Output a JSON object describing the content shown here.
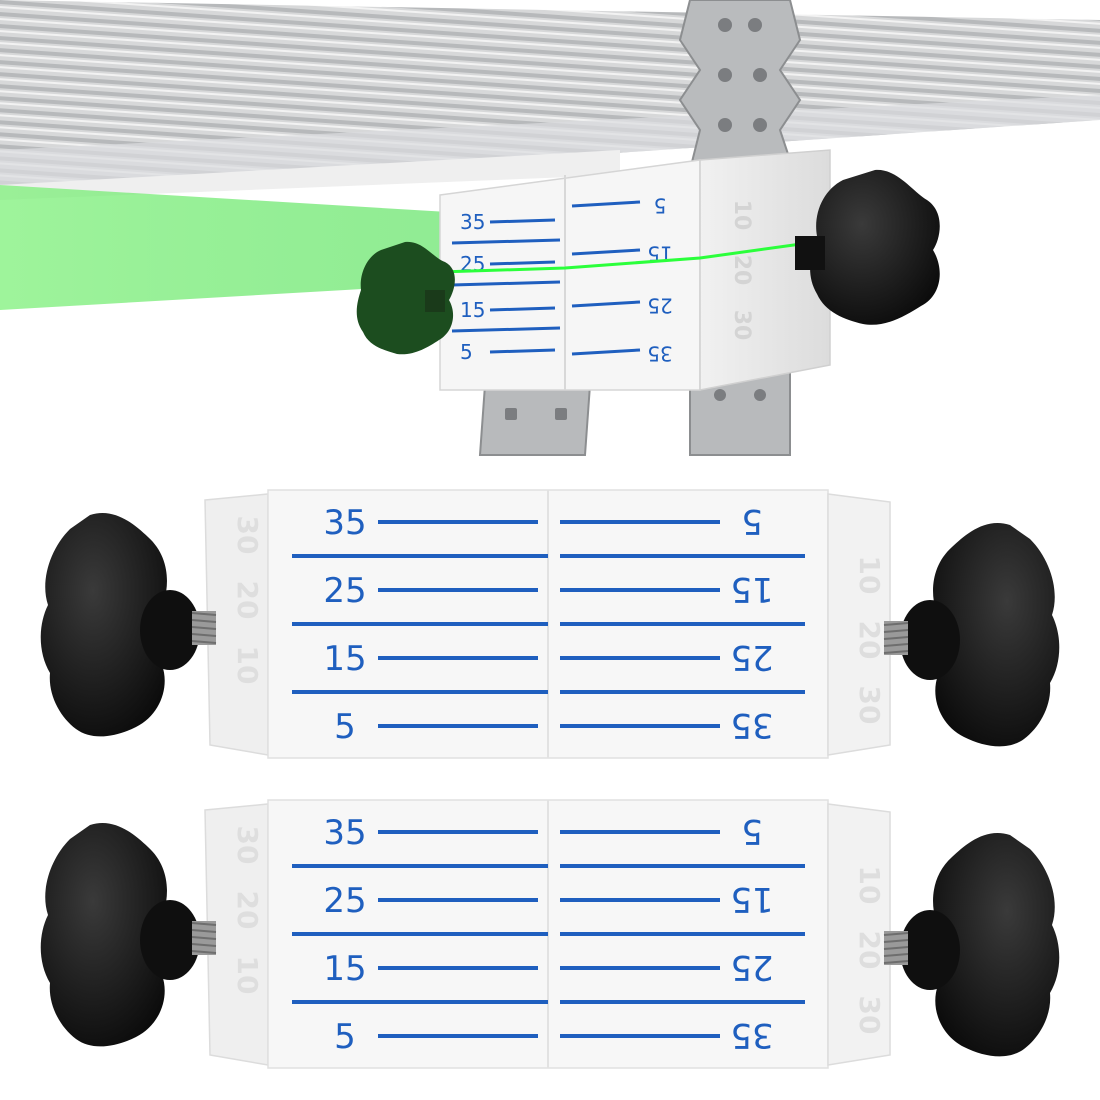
{
  "colors": {
    "scale_blue": "#1f5fbf",
    "laser_green": "#22e23a",
    "knob_black": "#141414",
    "block_white": "#f7f7f7",
    "side_gray": "#e6e6e6",
    "rail_gray": "#c4c6c8",
    "bracket_gray": "#b5b7b9"
  },
  "top_clamp": {
    "left_scale": [
      "35",
      "25",
      "15",
      "5"
    ],
    "right_scale": [
      "5",
      "15",
      "25",
      "35"
    ],
    "side_scale": [
      "10",
      "20",
      "30"
    ]
  },
  "clamps": [
    {
      "left_scale": [
        "35",
        "25",
        "15",
        "5"
      ],
      "right_scale": [
        "5",
        "15",
        "25",
        "35"
      ],
      "left_side_scale": [
        "30",
        "20",
        "10"
      ],
      "right_side_scale": [
        "10",
        "20",
        "30"
      ]
    },
    {
      "left_scale": [
        "35",
        "25",
        "15",
        "5"
      ],
      "right_scale": [
        "5",
        "15",
        "25",
        "35"
      ],
      "left_side_scale": [
        "30",
        "20",
        "10"
      ],
      "right_side_scale": [
        "10",
        "20",
        "30"
      ]
    }
  ],
  "icons": {
    "knob": "star-knob-icon"
  }
}
